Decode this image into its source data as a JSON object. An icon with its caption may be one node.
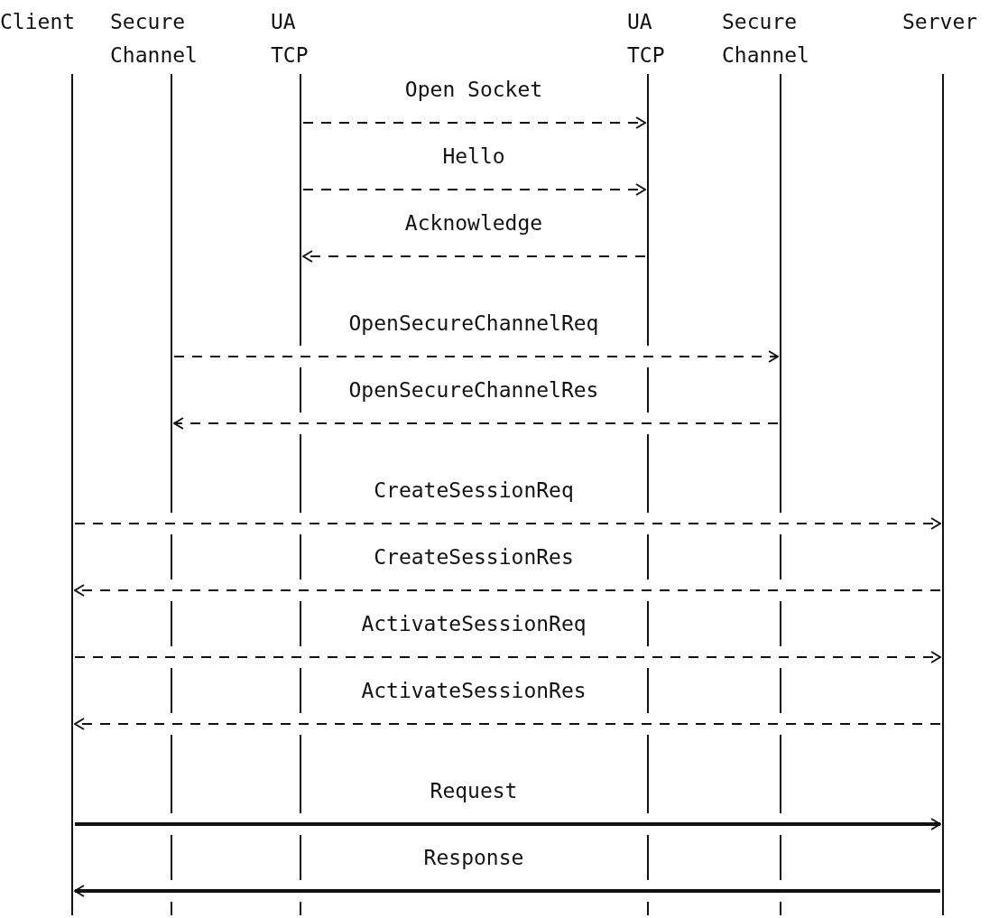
{
  "diagram": {
    "nodes": [
      {
        "text": [],
        "shape": "line",
        "beside": [
          "Client"
        ]
      },
      {
        "text": [],
        "shape": "line",
        "beside": [
          "Secure Channel"
        ]
      },
      {
        "text": [],
        "shape": "line",
        "beside": [
          "UA TCP"
        ]
      },
      {
        "text": [],
        "shape": "line",
        "beside": [
          "UA TCP"
        ]
      },
      {
        "text": [],
        "shape": "line",
        "beside": [
          "Secure Channel"
        ]
      },
      {
        "text": [],
        "shape": "line",
        "beside": [
          "Server"
        ]
      }
    ],
    "edges": [
      {
        "from": 2,
        "to": 3,
        "arrow": "to",
        "label": "Open Socket",
        "style": "dashed"
      },
      {
        "from": 2,
        "to": 3,
        "arrow": "to",
        "label": "Hello",
        "style": "dashed"
      },
      {
        "from": 3,
        "to": 2,
        "arrow": "to",
        "label": "Acknowledge",
        "style": "dashed"
      },
      {
        "from": 1,
        "to": 4,
        "arrow": "to",
        "label": "OpenSecureChannelReq",
        "style": "dashed"
      },
      {
        "from": 4,
        "to": 1,
        "arrow": "to",
        "label": "OpenSecureChannelRes",
        "style": "dashed"
      },
      {
        "from": 0,
        "to": 5,
        "arrow": "to",
        "label": "CreateSessionReq",
        "style": "dashed"
      },
      {
        "from": 5,
        "to": 0,
        "arrow": "to",
        "label": "CreateSessionRes",
        "style": "dashed"
      },
      {
        "from": 0,
        "to": 5,
        "arrow": "to",
        "label": "ActivateSessionReq",
        "style": "dashed"
      },
      {
        "from": 5,
        "to": 0,
        "arrow": "to",
        "label": "ActivateSessionRes",
        "style": "dashed"
      },
      {
        "from": 0,
        "to": 5,
        "arrow": "to",
        "label": "Request",
        "style": "thick"
      },
      {
        "from": 5,
        "to": 0,
        "arrow": "to",
        "label": "Response",
        "style": "thick"
      }
    ]
  }
}
